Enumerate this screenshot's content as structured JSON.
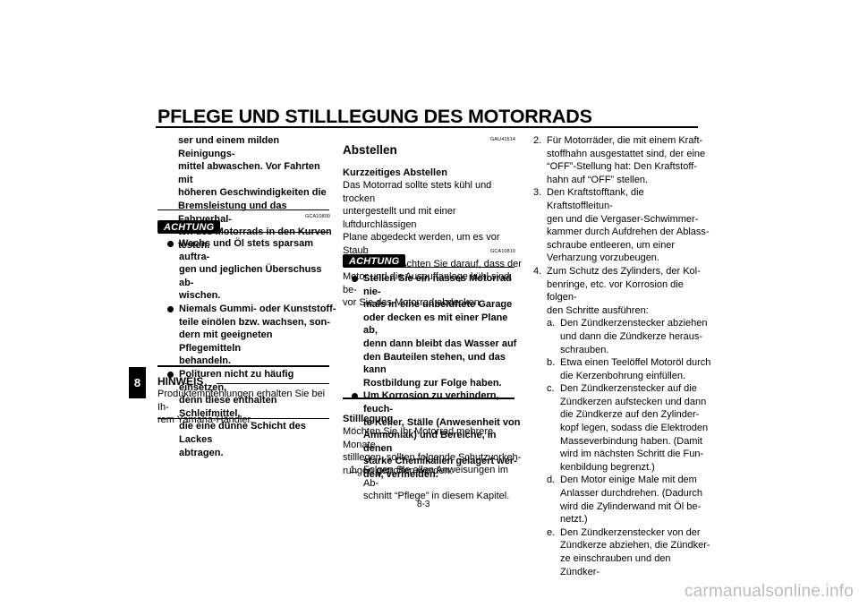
{
  "header": {
    "title": "PFLEGE UND STILLLEGUNG DES MOTORRADS"
  },
  "side_tab": "8",
  "page_number": "8-3",
  "col1": {
    "intro_lines": [
      "ser und einem milden Reinigungs-",
      "mittel abwaschen. Vor Fahrten mit",
      "höheren Geschwindigkeiten die",
      "Bremsleistung und das Fahrverhal-",
      "ten des Motorrads in den Kurven",
      "testen."
    ],
    "caution_code": "GCA10800",
    "caution_label": "ACHTUNG",
    "caution_items": [
      [
        "Wachs und Öl stets sparsam auftra-",
        "gen und jeglichen Überschuss ab-",
        "wischen."
      ],
      [
        "Niemals Gummi- oder Kunststoff-",
        "teile einölen bzw. wachsen, son-",
        "dern mit geeigneten Pflegemitteln",
        "behandeln."
      ],
      [
        "Polituren nicht zu häufig einsetzen,",
        "denn diese enthalten Schleifmittel,",
        "die eine dünne Schicht des Lackes",
        "abtragen."
      ]
    ],
    "note_label": "HINWEIS",
    "note_lines": [
      "Produktempfehlungen erhalten Sie bei Ih-",
      "rem Yamaha-Händler."
    ]
  },
  "col2": {
    "section_code": "GAU41514",
    "section_title": "Abstellen",
    "sub1_title": "Kurzzeitiges Abstellen",
    "sub1_lines": [
      "Das Motorrad sollte stets kühl und trocken",
      "untergestellt und mit einer luftdurchlässigen",
      "Plane abgedeckt werden, um es vor Staub",
      "zu schützen. Achten Sie darauf, dass der",
      "Motor und die Auspuffanlage kühl sind, be-",
      "vor Sie das Motorrad abdecken."
    ],
    "caution_code": "GCA10810",
    "caution_label": "ACHTUNG",
    "caution_items": [
      [
        "Stellen Sie ein nasses Motorrad nie-",
        "mals in eine unbelüftete Garage",
        "oder decken es mit einer Plane ab,",
        "denn dann bleibt das Wasser auf",
        "den Bauteilen stehen, und das kann",
        "Rostbildung zur Folge haben."
      ],
      [
        "Um Korrosion zu verhindern, feuch-",
        "te Keller, Ställe (Anwesenheit von",
        "Ammoniak) und Bereiche, in denen",
        "starke Chemikalien gelagert wer-",
        "den, vermeiden."
      ]
    ],
    "sub2_title": "Stilllegung",
    "sub2_lines": [
      "Möchten Sie Ihr Motorrad mehrere Monate",
      "stilllegen, sollten folgende Schutzvorkeh-",
      "rungen getroffen werden:"
    ],
    "step1_num": "1.",
    "step1_lines": [
      "Folgen Sie allen Anweisungen im Ab-",
      "schnitt “Pflege” in diesem Kapitel."
    ]
  },
  "col3": {
    "steps": [
      {
        "num": "2.",
        "lines": [
          "Für Motorräder, die mit einem Kraft-",
          "stoffhahn ausgestattet sind, der eine",
          "“OFF”-Stellung hat: Den Kraftstoff-",
          "hahn auf “OFF” stellen."
        ]
      },
      {
        "num": "3.",
        "lines": [
          "Den Kraftstofftank, die Kraftstoffleitun-",
          "gen und die Vergaser-Schwimmer-",
          "kammer durch Aufdrehen der Ablass-",
          "schraube entleeren, um einer",
          "Verharzung vorzubeugen."
        ]
      },
      {
        "num": "4.",
        "lines": [
          "Zum Schutz des Zylinders, der Kol-",
          "benringe, etc. vor Korrosion die folgen-",
          "den Schritte ausführen:"
        ]
      }
    ],
    "substeps": [
      {
        "letter": "a.",
        "lines": [
          "Den Zündkerzenstecker abziehen",
          "und dann die Zündkerze heraus-",
          "schrauben."
        ]
      },
      {
        "letter": "b.",
        "lines": [
          "Etwa einen Teelöffel Motoröl durch",
          "die Kerzenbohrung einfüllen."
        ]
      },
      {
        "letter": "c.",
        "lines": [
          "Den Zündkerzenstecker auf die",
          "Zündkerzen aufstecken und dann",
          "die Zündkerze auf den Zylinder-",
          "kopf legen, sodass die Elektroden",
          "Masseverbindung haben. (Damit",
          "wird im nächsten Schritt die Fun-",
          "kenbildung begrenzt.)"
        ]
      },
      {
        "letter": "d.",
        "lines": [
          "Den Motor einige Male mit dem",
          "Anlasser durchdrehen. (Dadurch",
          "wird die Zylinderwand mit Öl be-",
          "netzt.)"
        ]
      },
      {
        "letter": "e.",
        "lines": [
          "Den Zündkerzenstecker von der",
          "Zündkerze abziehen, die Zündker-",
          "ze einschrauben und den Zündker-"
        ]
      }
    ]
  },
  "watermark": "carmanualsonline.info"
}
